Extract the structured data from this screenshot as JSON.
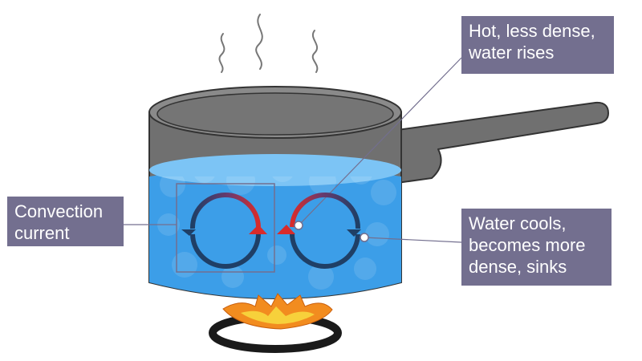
{
  "labels": {
    "hot_rises": [
      "Hot, less dense,",
      "water rises"
    ],
    "convection": [
      "Convection",
      "current"
    ],
    "cools_sinks": [
      "Water cools,",
      "becomes more",
      "dense, sinks"
    ]
  },
  "colors": {
    "label_bg": "#736f8f",
    "label_text": "#ffffff",
    "pan_body": "#707070",
    "pan_rim": "#8a8a8a",
    "pan_outline": "#333333",
    "water": "#3c9ee8",
    "water_surface": "#7cc4f5",
    "warm_arrow": "#d92b2b",
    "cool_arrow": "#1f3f66",
    "flame_outer": "#f28c1f",
    "flame_inner": "#f7d13b",
    "burner": "#1a1a1a",
    "leader_line": "#736f8f"
  },
  "icons": [
    "steam-icon",
    "flame-icon",
    "convection-arrow-icon"
  ]
}
